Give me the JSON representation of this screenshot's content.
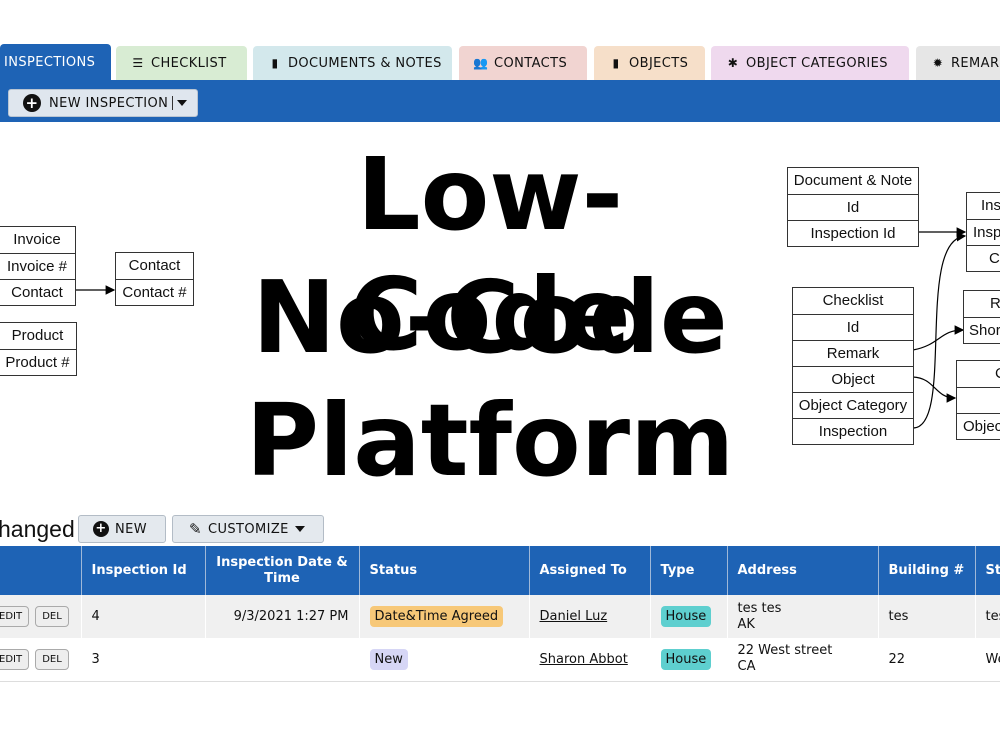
{
  "tabs": [
    {
      "label": "INSPECTIONS",
      "icon": "",
      "color": "#1e63b5",
      "active": true
    },
    {
      "label": "CHECKLIST",
      "icon": "list-icon",
      "color": "#d8ecd3"
    },
    {
      "label": "DOCUMENTS & NOTES",
      "icon": "document-icon",
      "color": "#d3e8ec"
    },
    {
      "label": "CONTACTS",
      "icon": "people-icon",
      "color": "#f1d4d1"
    },
    {
      "label": "OBJECTS",
      "icon": "clipboard-icon",
      "color": "#f6dfc9"
    },
    {
      "label": "OBJECT CATEGORIES",
      "icon": "asterisk-icon",
      "color": "#efd9ee"
    },
    {
      "label": "REMAR",
      "icon": "gear-icon",
      "color": "#e6e6e6"
    }
  ],
  "toolbar": {
    "new_inspection_label": "NEW INSPECTION"
  },
  "hero": {
    "line1": "Low-Code",
    "line2": "No-Code",
    "line3": "Platform"
  },
  "diagram": {
    "invoice": [
      "Invoice",
      "Invoice #",
      "Contact"
    ],
    "contact": [
      "Contact",
      "Contact #"
    ],
    "product": [
      "Product",
      "Product #"
    ],
    "document_note": [
      "Document & Note",
      "Id",
      "Inspection Id"
    ],
    "checklist": [
      "Checklist",
      "Id",
      "Remark",
      "Object",
      "Object Category",
      "Inspection"
    ],
    "right_top": [
      "Ins",
      "Insp",
      "C"
    ],
    "right_mid": [
      "R",
      "Shor"
    ],
    "right_bottom": [
      "C",
      "",
      "Objec"
    ]
  },
  "grid": {
    "heading": "hanged",
    "new_label": "NEW",
    "customize_label": "CUSTOMIZE",
    "columns": [
      "",
      "Inspection Id",
      "Inspection Date & Time",
      "Status",
      "Assigned To",
      "Type",
      "Address",
      "Building #",
      "St"
    ],
    "edit_label": "EDIT",
    "del_label": "DEL",
    "rows": [
      {
        "id": "4",
        "date": "9/3/2021 1:27 PM",
        "status": "Date&Time Agreed",
        "status_color": "#f7c878",
        "assigned": "Daniel Luz",
        "type": "House",
        "type_color": "#5ecfcf",
        "addr1": "tes tes",
        "addr2": "AK",
        "building": "tes",
        "street": "tes"
      },
      {
        "id": "3",
        "date": "",
        "status": "New",
        "status_color": "#d6d6f5",
        "assigned": "Sharon Abbot",
        "type": "House",
        "type_color": "#5ecfcf",
        "addr1": "22 West street",
        "addr2": "CA",
        "building": "22",
        "street": "We"
      }
    ]
  }
}
